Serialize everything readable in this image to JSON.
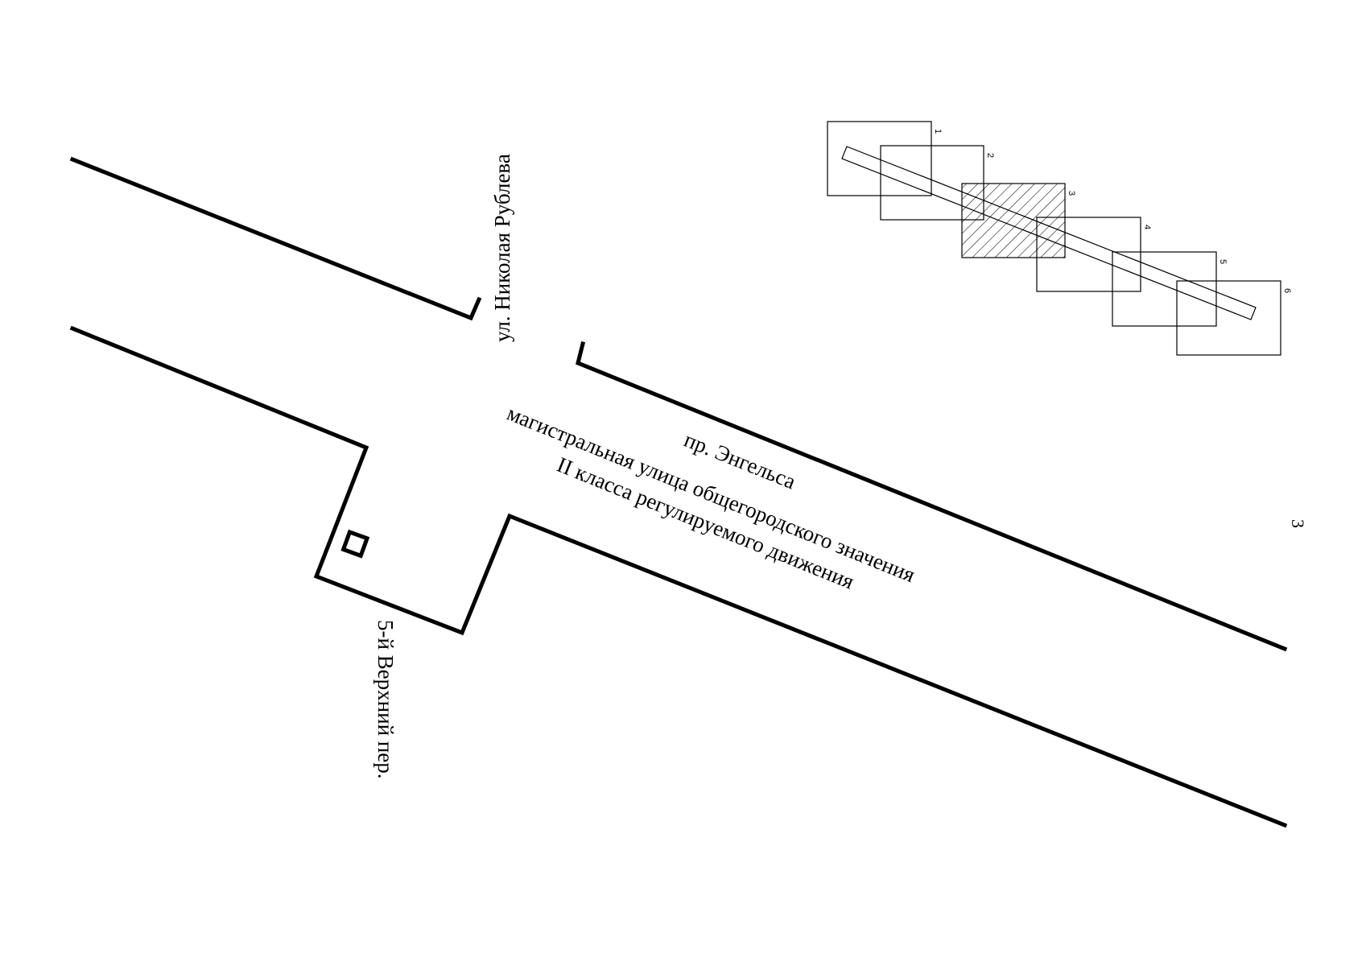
{
  "map": {
    "street_rublev": "ул. Николая Рублева",
    "street_engels": "пр. Энгельса",
    "street_engels_desc_1": "магистральная улица общегородского значения",
    "street_engels_desc_2": "II класса регулируемого движения",
    "street_verkhniy": "5-й Верхний пер.",
    "page_number": "3"
  },
  "keymap": {
    "sheets": [
      "1",
      "2",
      "3",
      "4",
      "5",
      "6"
    ],
    "highlighted_sheet": "3"
  }
}
